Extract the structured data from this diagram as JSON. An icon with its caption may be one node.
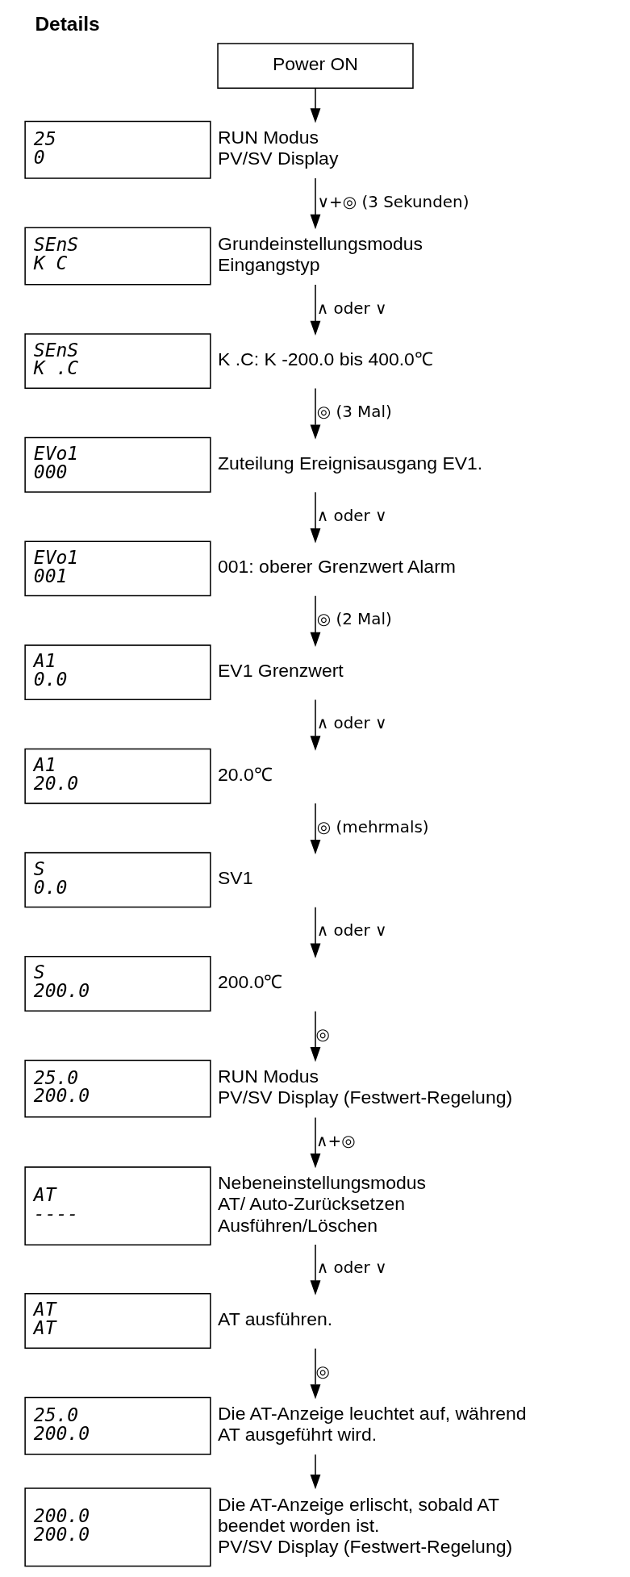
{
  "diagram": {
    "title": "Details",
    "nodes": [
      {
        "text": [
          "Power ON"
        ]
      },
      {
        "text": [
          "25",
          "0"
        ],
        "beside": [
          "RUN Modus",
          "PV/SV Display"
        ]
      },
      {
        "text": [
          "SEnS",
          "K C"
        ],
        "beside": [
          "Grundeinstellungsmodus",
          "Eingangstyp"
        ]
      },
      {
        "text": [
          "SEnS",
          "K .C"
        ],
        "beside": [
          "K .C: K -200.0 bis 400.0℃"
        ]
      },
      {
        "text": [
          "EVo1",
          "000"
        ],
        "beside": [
          "Zuteilung Ereignisausgang EV1."
        ]
      },
      {
        "text": [
          "EVo1",
          "001"
        ],
        "beside": [
          "001: oberer Grenzwert Alarm"
        ]
      },
      {
        "text": [
          "A1",
          "0.0"
        ],
        "beside": [
          "EV1 Grenzwert"
        ]
      },
      {
        "text": [
          "A1",
          "20.0"
        ],
        "beside": [
          "20.0℃"
        ]
      },
      {
        "text": [
          "S",
          "0.0"
        ],
        "beside": [
          "SV1"
        ]
      },
      {
        "text": [
          "S",
          "200.0"
        ],
        "beside": [
          "200.0℃"
        ]
      },
      {
        "text": [
          "25.0",
          "200.0"
        ],
        "beside": [
          "RUN Modus",
          "PV/SV Display (Festwert-Regelung)"
        ]
      },
      {
        "text": [
          "AT",
          "----"
        ],
        "beside": [
          "Nebeneinstellungsmodus",
          "AT/ Auto-Zurücksetzen Ausführen/Löschen"
        ]
      },
      {
        "text": [
          "AT",
          "AT"
        ],
        "beside": [
          "AT ausführen."
        ]
      },
      {
        "text": [
          "25.0",
          "200.0"
        ],
        "beside": [
          "Die AT-Anzeige leuchtet auf, während AT ausgeführt wird."
        ]
      },
      {
        "text": [
          "200.0",
          "200.0"
        ],
        "beside": [
          "Die AT-Anzeige erlischt, sobald AT beendet worden ist.",
          "PV/SV Display (Festwert-Regelung)"
        ]
      }
    ],
    "edges": [
      {
        "from": 0,
        "to": 1,
        "arrow": "to"
      },
      {
        "from": 1,
        "to": 2,
        "arrow": "to",
        "label": "∨+◎ (3 Sekunden)"
      },
      {
        "from": 2,
        "to": 3,
        "arrow": "to",
        "label": "∧ oder ∨"
      },
      {
        "from": 3,
        "to": 4,
        "arrow": "to",
        "label": "◎ (3 Mal)"
      },
      {
        "from": 4,
        "to": 5,
        "arrow": "to",
        "label": "∧ oder ∨"
      },
      {
        "from": 5,
        "to": 6,
        "arrow": "to",
        "label": "◎ (2 Mal)"
      },
      {
        "from": 6,
        "to": 7,
        "arrow": "to",
        "label": "∧ oder ∨"
      },
      {
        "from": 7,
        "to": 8,
        "arrow": "to",
        "label": "◎ (mehrmals)"
      },
      {
        "from": 8,
        "to": 9,
        "arrow": "to",
        "label": "∧ oder ∨"
      },
      {
        "from": 9,
        "to": 10,
        "arrow": "to",
        "label": "◎"
      },
      {
        "from": 10,
        "to": 11,
        "arrow": "to",
        "label": "∧+◎"
      },
      {
        "from": 11,
        "to": 12,
        "arrow": "to",
        "label": "∧ oder ∨"
      },
      {
        "from": 12,
        "to": 13,
        "arrow": "to",
        "label": "◎"
      },
      {
        "from": 13,
        "to": 14,
        "arrow": "to"
      }
    ]
  }
}
